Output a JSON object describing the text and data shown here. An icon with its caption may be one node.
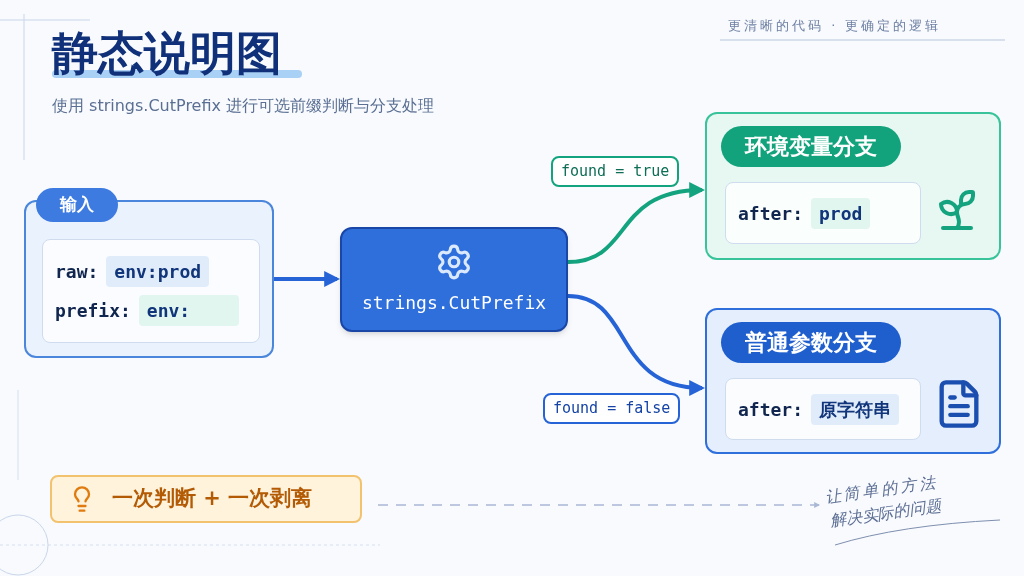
{
  "diagram": {
    "title": "静态说明图",
    "nodes": [
      {
        "text": [
          "输入"
        ]
      },
      {
        "text": [
          "raw:",
          "env:prod",
          "prefix:",
          "env:"
        ],
        "in": 0
      },
      {
        "text": [
          "strings.CutPrefix"
        ]
      },
      {
        "text": [
          "环境变量分支"
        ]
      },
      {
        "text": [
          "after:",
          "prod"
        ],
        "in": 3
      },
      {
        "text": [
          "普通参数分支"
        ]
      },
      {
        "text": [
          "after:",
          "原字符串"
        ],
        "in": 5
      },
      {
        "text": [
          "一次判断 + 一次剥离"
        ]
      },
      {
        "text": [
          "让简单的方法解决实际的问题"
        ]
      }
    ],
    "edges": [
      {
        "from": 0,
        "to": 2,
        "arrow": "to"
      },
      {
        "from": 2,
        "to": 3,
        "arrow": "to",
        "label": "found = true",
        "color": "#14a37f"
      },
      {
        "from": 2,
        "to": 5,
        "arrow": "to",
        "label": "found = false"
      },
      {
        "from": 7,
        "to": 8,
        "arrow": "to",
        "style": "dashed",
        "color": "#a9b8d6"
      }
    ],
    "labels": [
      "使用 strings.CutPrefix 进行可选前缀判断与分支处理",
      "更清晰的代码 · 更确定的逻辑"
    ]
  }
}
